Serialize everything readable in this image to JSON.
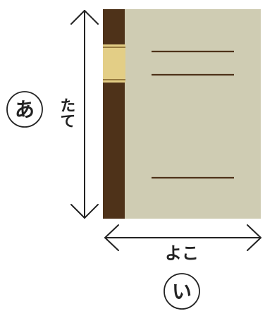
{
  "labels": {
    "height_word": "たて",
    "width_word": "よこ",
    "height_marker": "あ",
    "width_marker": "い"
  },
  "colors": {
    "cover": "#cfccb3",
    "spine": "#4e3219",
    "band": "#e3ce86",
    "band_line": "#7d5e26",
    "cover_line": "#4e3219",
    "arrow": "#222222"
  }
}
